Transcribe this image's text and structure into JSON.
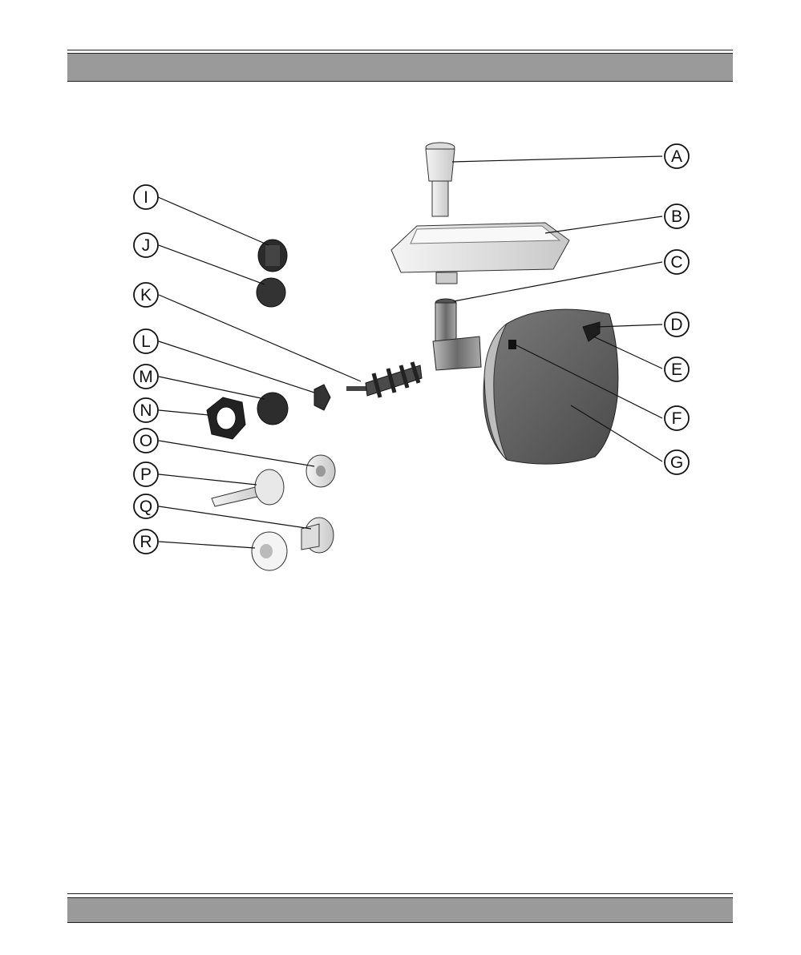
{
  "labels": [
    "A",
    "B",
    "C",
    "D",
    "E",
    "F",
    "G",
    "I",
    "J",
    "K",
    "L",
    "M",
    "N",
    "O",
    "P",
    "Q",
    "R"
  ],
  "colors": {
    "band": "#9a9a9a",
    "line": "#222222",
    "body": "#5e5e5e",
    "light": "#e6e6e6",
    "dark": "#2e2e2e"
  }
}
